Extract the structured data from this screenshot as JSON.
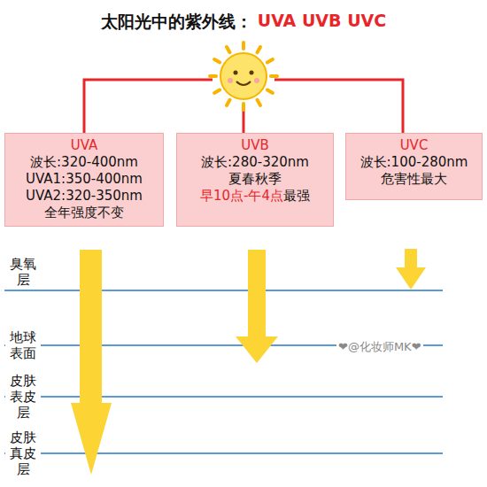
{
  "diagram": {
    "title": "太阳光中的紫外线：",
    "nodes": [
      {
        "text": [
          "UVA",
          "波长:320-400nm",
          "UVA1:350-400nm",
          "UVA2:320-350nm",
          "全年强度不变"
        ]
      },
      {
        "text": [
          "UVB",
          "波长:280-320nm",
          "夏春秋季",
          "早10点-午4点",
          "最强"
        ]
      },
      {
        "text": [
          "UVC",
          "波长:100-280nm",
          "危害性最大"
        ]
      }
    ],
    "labels": [
      "UVA UVB UVC",
      "臭氧层",
      "地球 表面",
      "皮肤 表皮层",
      "皮肤 真皮层",
      "❤@化妆师MK❤"
    ]
  }
}
